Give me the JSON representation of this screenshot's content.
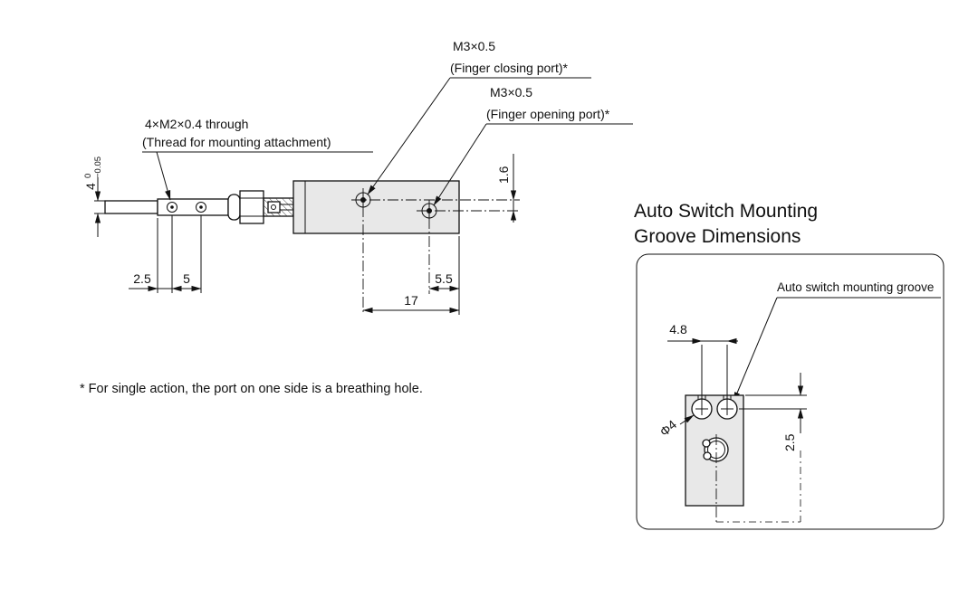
{
  "drawing": {
    "labels": {
      "closing_port": {
        "line1": "M3×0.5",
        "line2": "(Finger closing port)*"
      },
      "opening_port": {
        "line1": "M3×0.5",
        "line2": "(Finger opening port)*"
      },
      "mounting_thread": {
        "line1": "4×M2×0.4 through",
        "line2": "(Thread for mounting attachment)"
      },
      "footnote": "* For single action, the port on one side is a breathing hole."
    },
    "dims": {
      "finger_width": {
        "value": "4",
        "tol_upper": "0",
        "tol_lower": "−0.05"
      },
      "hole_offset": "2.5",
      "hole_pitch": "5",
      "port_edge": "5.5",
      "port_pitch": "17",
      "port_offset": "1.6"
    }
  },
  "panel": {
    "title_line1": "Auto Switch Mounting",
    "title_line2": "Groove Dimensions",
    "groove_label": "Auto switch mounting groove",
    "dims": {
      "groove_pitch": "4.8",
      "groove_dia": "Φ4",
      "groove_depth": "2.5"
    }
  },
  "colors": {
    "line": "#111111",
    "body_fill": "#e8e8e8"
  }
}
